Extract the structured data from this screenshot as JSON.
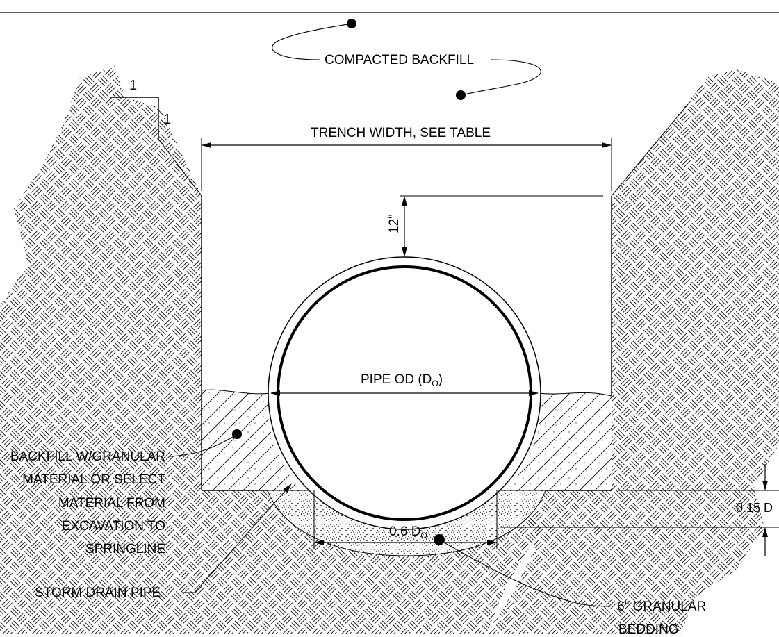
{
  "labels": {
    "compacted_backfill": "COMPACTED BACKFILL",
    "slope_run": "1",
    "slope_rise": "1",
    "trench_width": "TRENCH WIDTH, SEE TABLE",
    "cover_depth": "12\"",
    "pipe_od_main": "PIPE OD (D",
    "pipe_od_sub": "O",
    "pipe_od_close": ")",
    "backfill_granular": [
      "BACKFILL W/GRANULAR",
      "MATERIAL OR SELECT",
      "MATERIAL FROM",
      "EXCAVATION TO",
      "SPRINGLINE"
    ],
    "bedding_depth": "0.15 D",
    "storm_drain_pipe": "STORM DRAIN PIPE",
    "bedding_width_main": "0.6 D",
    "bedding_width_sub": "O",
    "granular_bedding": [
      "6\" GRANULAR",
      "BEDDING"
    ]
  },
  "colors": {
    "line": "#000000",
    "hatch_soil": "#000000",
    "background": "#ffffff"
  }
}
